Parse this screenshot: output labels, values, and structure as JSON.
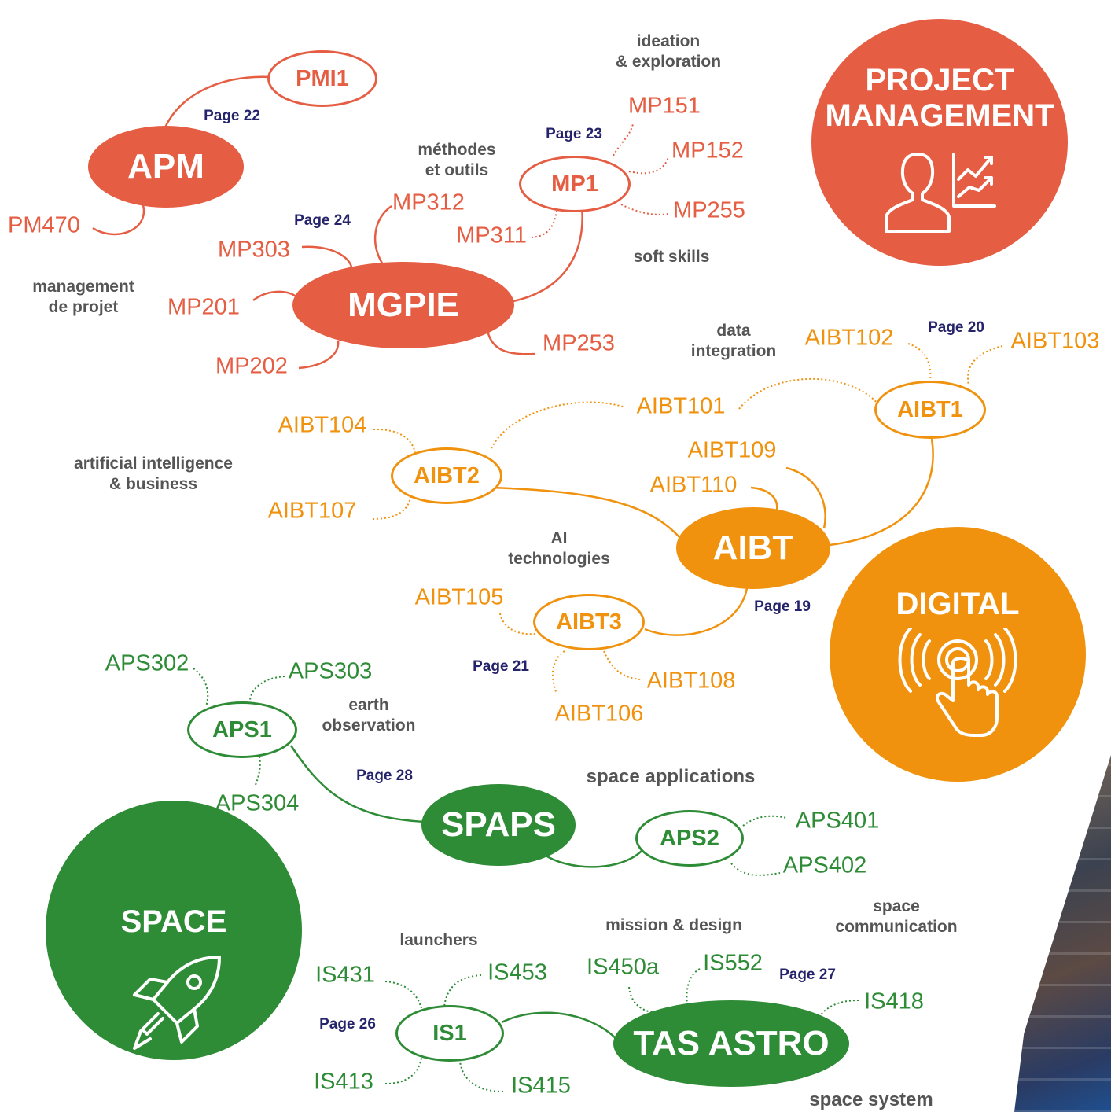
{
  "colors": {
    "project_management": "#e55d42",
    "digital": "#f0920e",
    "space": "#2e8b36",
    "page_ref": "#25246b",
    "topic": "#555555"
  },
  "categories": {
    "project_management": {
      "title": "PROJECT\nMANAGEMENT",
      "icon": "manager-chart-icon"
    },
    "digital": {
      "title": "DIGITAL",
      "icon": "touch-signal-icon"
    },
    "space": {
      "title": "SPACE",
      "icon": "rocket-icon"
    }
  },
  "programs": {
    "apm": "APM",
    "mgpie": "MGPIE",
    "aibt": "AIBT",
    "spaps": "SPAPS",
    "tas_astro": "TAS ASTRO"
  },
  "modules": {
    "pmi1": "PMI1",
    "mp1": "MP1",
    "aibt1": "AIBT1",
    "aibt2": "AIBT2",
    "aibt3": "AIBT3",
    "aps1": "APS1",
    "aps2": "APS2",
    "is1": "IS1"
  },
  "courses": {
    "pm470": "PM470",
    "mp151": "MP151",
    "mp152": "MP152",
    "mp255": "MP255",
    "mp312": "MP312",
    "mp311": "MP311",
    "mp303": "MP303",
    "mp201": "MP201",
    "mp202": "MP202",
    "mp253": "MP253",
    "aibt102": "AIBT102",
    "aibt103": "AIBT103",
    "aibt101": "AIBT101",
    "aibt104": "AIBT104",
    "aibt107": "AIBT107",
    "aibt109": "AIBT109",
    "aibt110": "AIBT110",
    "aibt105": "AIBT105",
    "aibt108": "AIBT108",
    "aibt106": "AIBT106",
    "aps302": "APS302",
    "aps303": "APS303",
    "aps304": "APS304",
    "aps401": "APS401",
    "aps402": "APS402",
    "is431": "IS431",
    "is453": "IS453",
    "is413": "IS413",
    "is415": "IS415",
    "is450a": "IS450a",
    "is552": "IS552",
    "is418": "IS418"
  },
  "topics": {
    "ideation": "ideation\n& exploration",
    "methodes": "méthodes\net outils",
    "soft_skills": "soft skills",
    "management": "management\nde projet",
    "data_integration": "data\nintegration",
    "ai_business": "artificial intelligence\n& business",
    "ai_tech": "AI\ntechnologies",
    "earth_obs": "earth\nobservation",
    "space_apps": "space applications",
    "launchers": "launchers",
    "mission_design": "mission & design",
    "space_comm": "space\ncommunication",
    "space_system": "space system"
  },
  "pages": {
    "p22": "Page 22",
    "p23": "Page 23",
    "p24": "Page 24",
    "p20": "Page 20",
    "p19": "Page 19",
    "p21": "Page 21",
    "p28": "Page 28",
    "p27": "Page 27",
    "p26": "Page 26"
  }
}
